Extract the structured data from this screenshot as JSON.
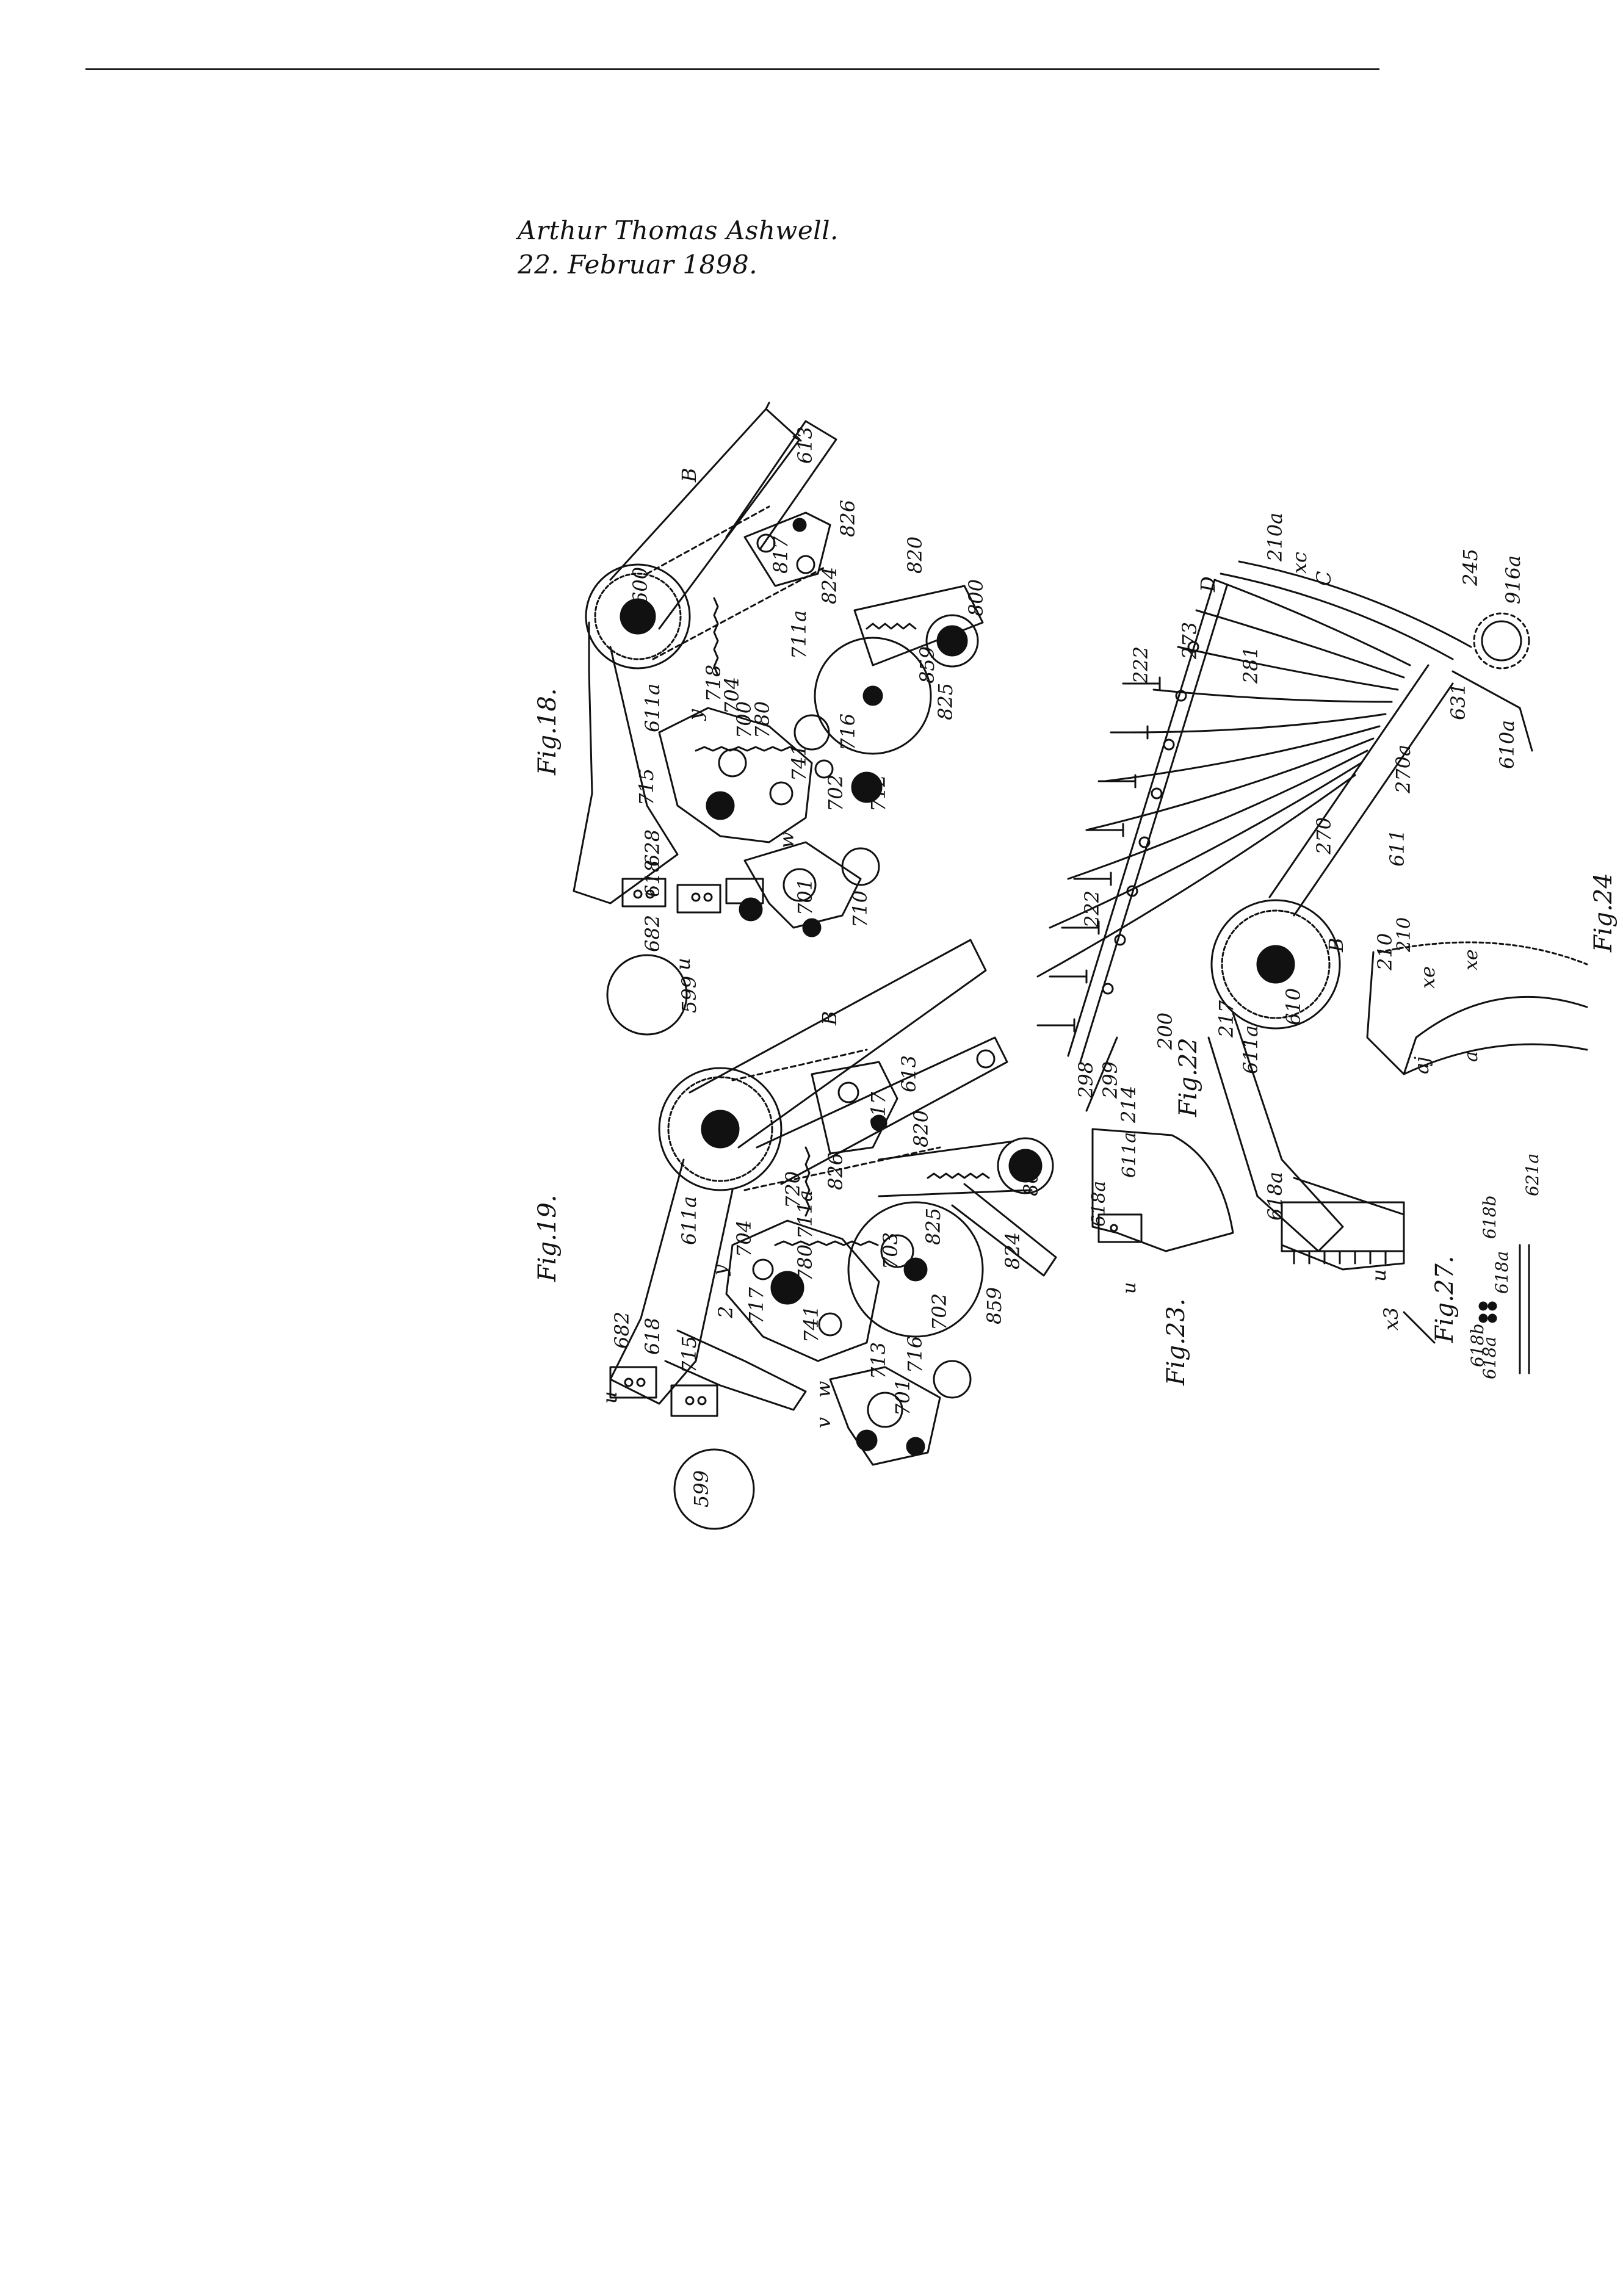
{
  "header": {
    "inventor": "Arthur Thomas Ashwell.",
    "date": "22. Februar 1898."
  },
  "figures": {
    "fig18": {
      "title": "Fig.18.",
      "labels": [
        "B",
        "613",
        "600",
        "826",
        "817",
        "820",
        "800",
        "824",
        "711a",
        "825",
        "859",
        "716",
        "702",
        "704",
        "700",
        "780",
        "718",
        "y",
        "611a",
        "715",
        "618",
        "628",
        "682",
        "u",
        "w",
        "701",
        "710",
        "599",
        "712",
        "741"
      ]
    },
    "fig19": {
      "title": "Fig.19.",
      "labels": [
        "B",
        "613",
        "817",
        "820",
        "800",
        "826",
        "720",
        "711a",
        "704",
        "780",
        "741",
        "703",
        "825",
        "824",
        "859",
        "702",
        "717",
        "716",
        "701",
        "713",
        "611a",
        "y",
        "2",
        "715",
        "618",
        "682",
        "u",
        "w",
        "v",
        "599"
      ]
    },
    "fig22": {
      "title": "Fig.22",
      "labels": [
        "210a",
        "xc",
        "C",
        "D",
        "245",
        "916a",
        "273",
        "222",
        "281",
        "631",
        "610a",
        "270a",
        "611",
        "270",
        "B",
        "610",
        "217",
        "200",
        "214",
        "298",
        "299",
        "222",
        "611a",
        "618a",
        "210",
        "xe",
        "aj"
      ]
    },
    "fig23": {
      "title": "Fig.23.",
      "labels": [
        "611a",
        "618a",
        "u"
      ]
    },
    "fig27": {
      "title": "Fig.27.",
      "labels": [
        "618b",
        "618a",
        "621a",
        "618b",
        "618a"
      ]
    },
    "fig24": {
      "title": "Fig.24",
      "labels": [
        "210",
        "xe",
        "a"
      ]
    },
    "lower_labels": [
      "u",
      "x3"
    ]
  }
}
